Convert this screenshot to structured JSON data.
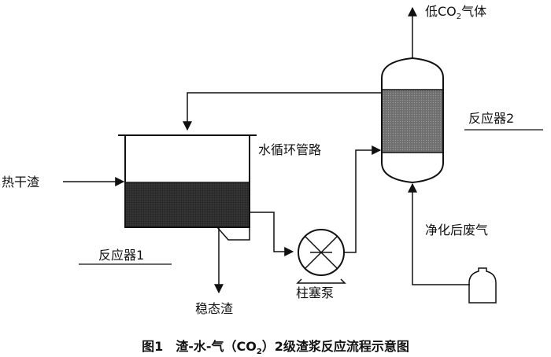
{
  "labels": {
    "low_co2_prefix": "低CO",
    "low_co2_sub": "2",
    "low_co2_suffix": "气体",
    "reactor2": "反应器2",
    "water_loop": "水循环管路",
    "hot_slag": "热干渣",
    "reactor1": "反应器1",
    "stable_slag": "稳态渣",
    "plunger_pump": "柱塞泵",
    "purified_exhaust": "净化后废气"
  },
  "caption": {
    "prefix": "图1　渣-水-气（CO",
    "sub": "2",
    "suffix": "）2级渣浆反应流程示意图"
  }
}
